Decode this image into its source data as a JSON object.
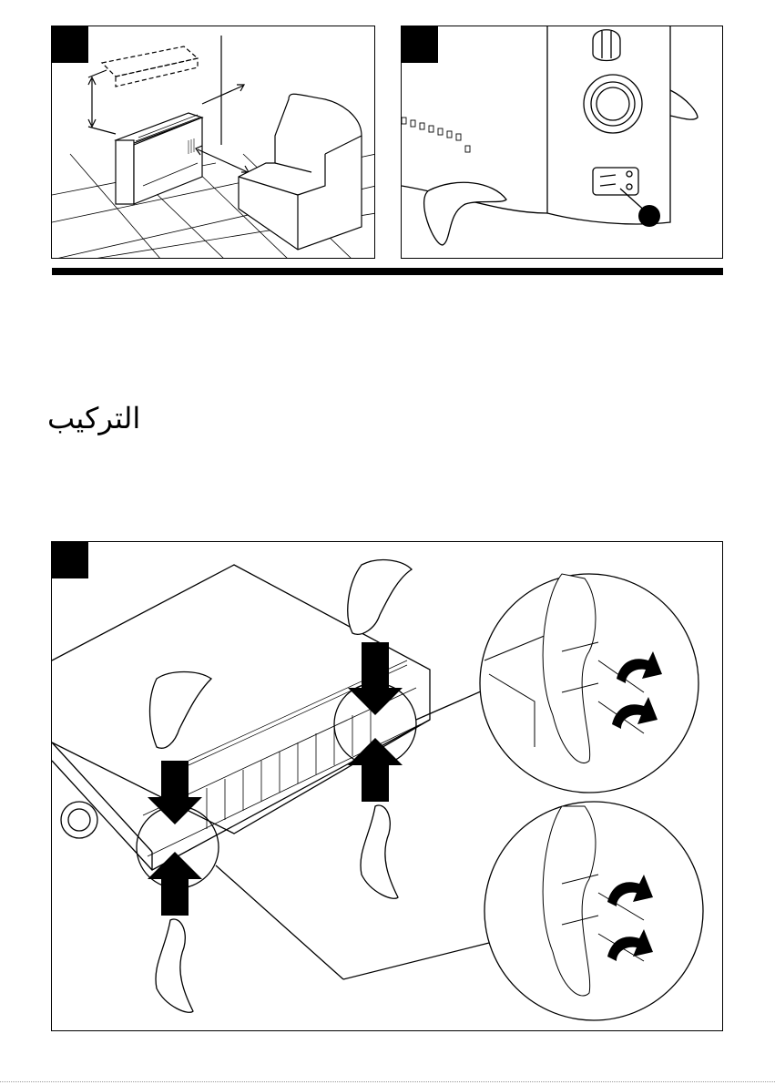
{
  "section": {
    "heading": "التركيب"
  },
  "figures": [
    {
      "id": "fig-placement",
      "badge_color": "#000000"
    },
    {
      "id": "fig-control-panel",
      "badge_color": "#000000"
    },
    {
      "id": "fig-feet-mounting",
      "badge_color": "#000000"
    }
  ],
  "colors": {
    "ink": "#000000",
    "paper": "#ffffff"
  }
}
